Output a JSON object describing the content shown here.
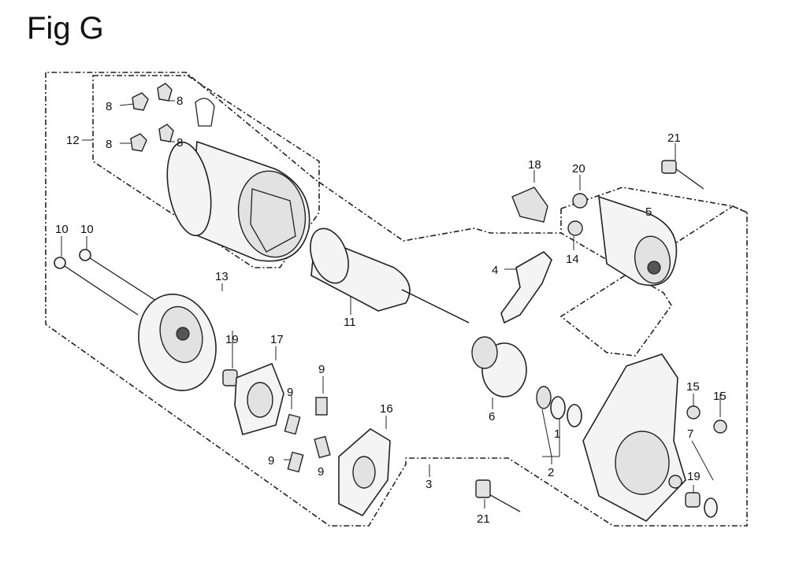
{
  "figure": {
    "title": "Fig G",
    "callouts": [
      {
        "id": "c8a",
        "label": "8"
      },
      {
        "id": "c8b",
        "label": "8"
      },
      {
        "id": "c8c",
        "label": "8"
      },
      {
        "id": "c8d",
        "label": "8"
      },
      {
        "id": "c12",
        "label": "12"
      },
      {
        "id": "c10a",
        "label": "10"
      },
      {
        "id": "c10b",
        "label": "10"
      },
      {
        "id": "c13",
        "label": "13"
      },
      {
        "id": "c19a",
        "label": "19"
      },
      {
        "id": "c17",
        "label": "17"
      },
      {
        "id": "c9a",
        "label": "9"
      },
      {
        "id": "c9b",
        "label": "9"
      },
      {
        "id": "c9c",
        "label": "9"
      },
      {
        "id": "c9d",
        "label": "9"
      },
      {
        "id": "c11",
        "label": "11"
      },
      {
        "id": "c16",
        "label": "16"
      },
      {
        "id": "c3",
        "label": "3"
      },
      {
        "id": "c21a",
        "label": "21"
      },
      {
        "id": "c6",
        "label": "6"
      },
      {
        "id": "c1",
        "label": "1"
      },
      {
        "id": "c2",
        "label": "2"
      },
      {
        "id": "c4",
        "label": "4"
      },
      {
        "id": "c18",
        "label": "18"
      },
      {
        "id": "c20",
        "label": "20"
      },
      {
        "id": "c14",
        "label": "14"
      },
      {
        "id": "c5",
        "label": "5"
      },
      {
        "id": "c21b",
        "label": "21"
      },
      {
        "id": "c15a",
        "label": "15"
      },
      {
        "id": "c15b",
        "label": "15"
      },
      {
        "id": "c7",
        "label": "7"
      },
      {
        "id": "c19b",
        "label": "19"
      }
    ]
  }
}
